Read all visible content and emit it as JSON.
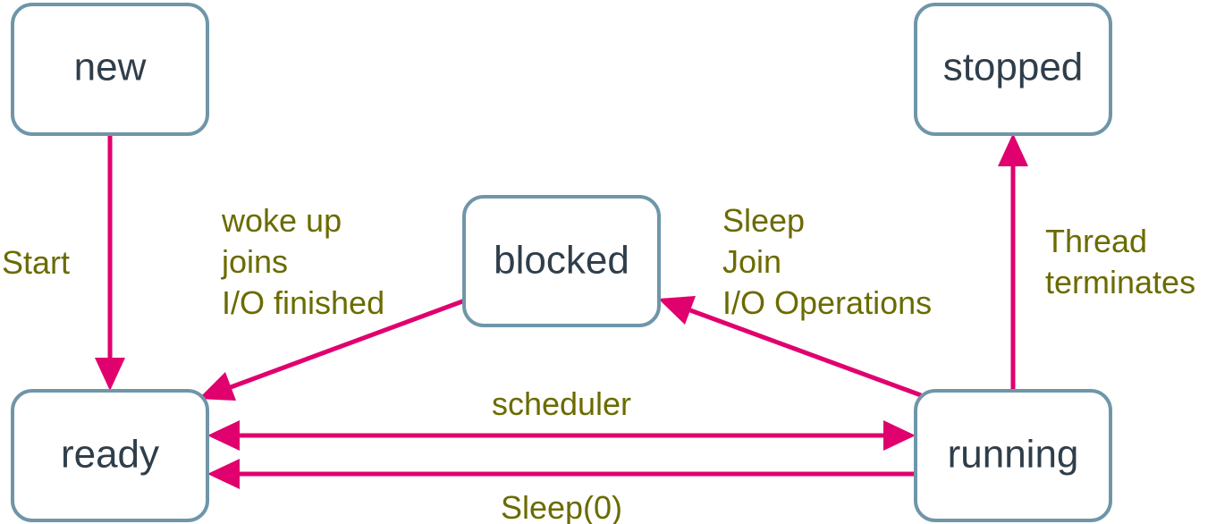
{
  "colors": {
    "box_border": "#6f96a8",
    "box_text": "#2f3e4a",
    "arrow": "#e0006e",
    "edge_text": "#6b6b00"
  },
  "states": {
    "new": "new",
    "stopped": "stopped",
    "blocked": "blocked",
    "ready": "ready",
    "running": "running"
  },
  "transitions": {
    "start": [
      "Start"
    ],
    "wake": [
      "woke up",
      "joins",
      "I/O finished"
    ],
    "block": [
      "Sleep",
      "Join",
      "I/O Operations"
    ],
    "terminate": [
      "Thread",
      "terminates"
    ],
    "scheduler": [
      "scheduler"
    ],
    "yield": [
      "Sleep(0)"
    ]
  }
}
